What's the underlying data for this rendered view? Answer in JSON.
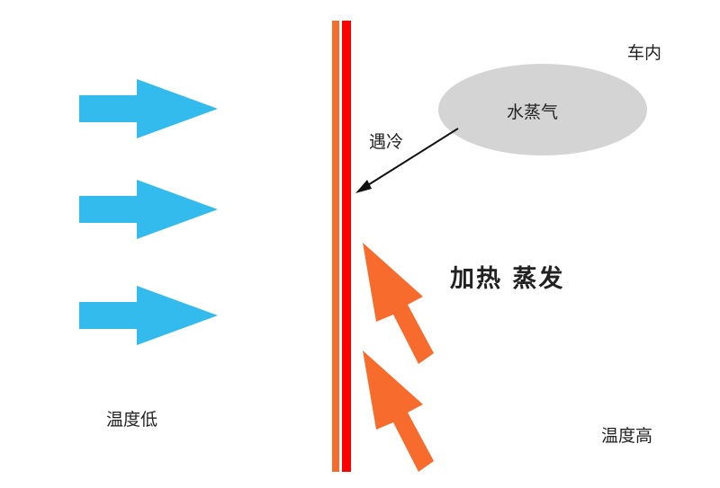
{
  "labels": {
    "car_interior": "车内",
    "water_vapor": "水蒸气",
    "meets_cold": "遇冷",
    "heat_evaporate": "加热 蒸发",
    "low_temperature": "温度低",
    "high_temperature": "温度高"
  },
  "colors": {
    "cold_arrow": "#33bbee",
    "heat_arrow": "#f76b2d",
    "glass_outer": "#f76b2d",
    "glass_inner": "#ff0000",
    "vapor_cloud": "#d4d4d4"
  }
}
